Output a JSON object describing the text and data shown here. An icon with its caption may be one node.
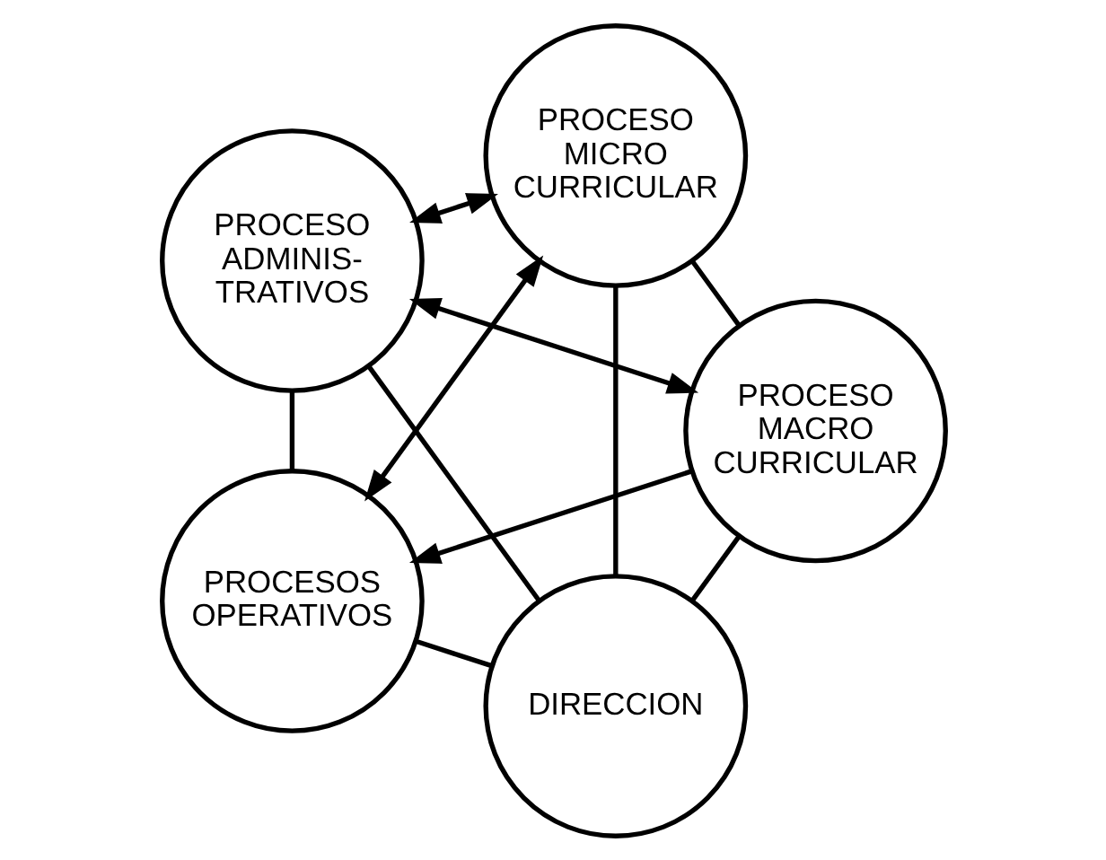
{
  "diagram": {
    "nodes": [
      {
        "text": [
          "DIRECCION"
        ]
      },
      {
        "text": [
          "PROCESO MACRO CURRICULAR"
        ]
      },
      {
        "text": [
          "PROCESO ADMINIS- TRATIVOS"
        ]
      },
      {
        "text": [
          "PROCESO MICRO CURRICULAR"
        ]
      },
      {
        "text": [
          "PROCESOS OPERATIVOS"
        ]
      }
    ],
    "edges": [
      {
        "from": 0,
        "to": 1,
        "arrow": "none"
      },
      {
        "from": 0,
        "to": 2,
        "arrow": "none"
      },
      {
        "from": 0,
        "to": 3,
        "arrow": "none"
      },
      {
        "from": 0,
        "to": 4,
        "arrow": "none"
      },
      {
        "from": 1,
        "to": 3,
        "arrow": "none"
      },
      {
        "from": 2,
        "to": 4,
        "arrow": "none"
      },
      {
        "from": 1,
        "to": 2,
        "arrow": "both"
      },
      {
        "from": 1,
        "to": 4,
        "arrow": "to"
      },
      {
        "from": 2,
        "to": 3,
        "arrow": "both"
      },
      {
        "from": 3,
        "to": 4,
        "arrow": "both"
      }
    ]
  }
}
